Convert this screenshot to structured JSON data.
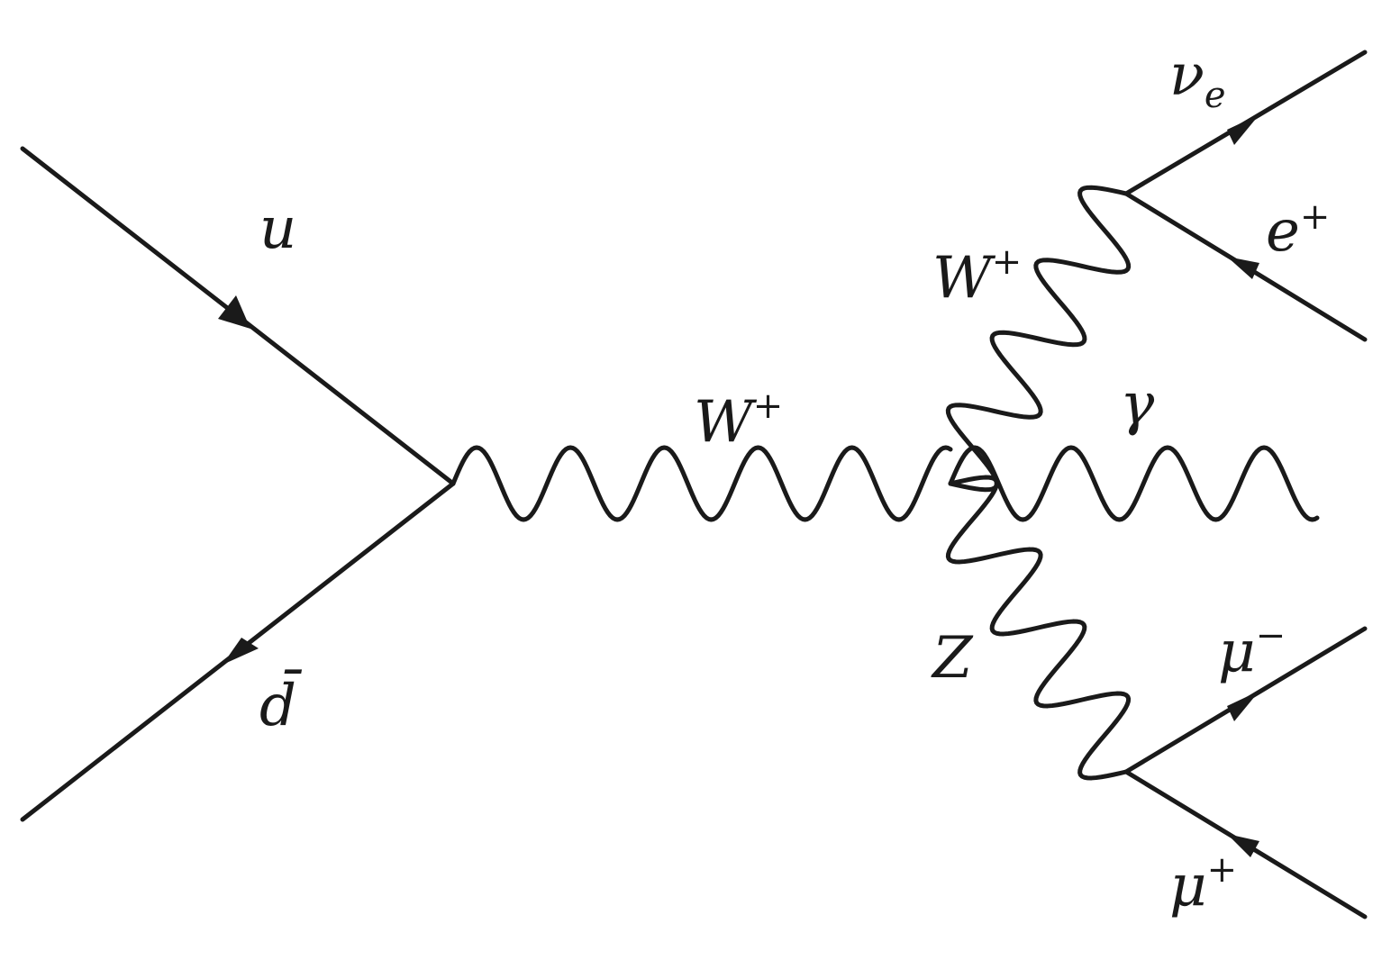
{
  "labels": {
    "u": {
      "base": "u"
    },
    "dbar": {
      "base": "d̄"
    },
    "w_prop": {
      "base": "W",
      "sup": "+"
    },
    "w_out": {
      "base": "W",
      "sup": "+"
    },
    "gamma": {
      "base": "γ"
    },
    "z": {
      "base": "Z"
    },
    "nu_e": {
      "base": "ν",
      "sub": "e"
    },
    "e_plus": {
      "base": "e",
      "sup": "+"
    },
    "mu_minus": {
      "base": "μ",
      "sup": "−"
    },
    "mu_plus": {
      "base": "μ",
      "sup": "+"
    }
  }
}
